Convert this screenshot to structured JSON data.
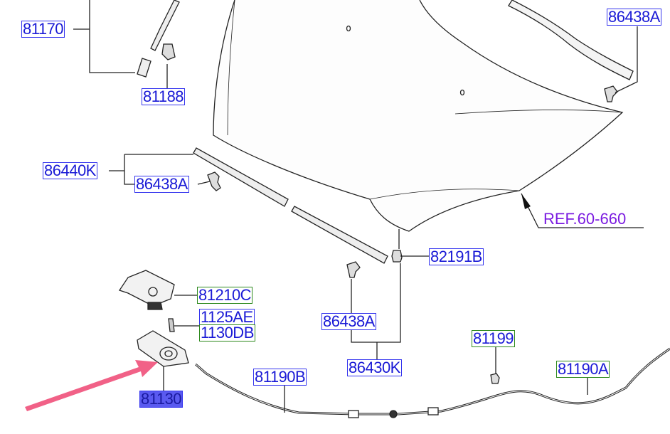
{
  "labels": {
    "p81170": "81170",
    "p81188": "81188",
    "p86438A_top": "86438A",
    "p86440K": "86440K",
    "p86438A_left": "86438A",
    "ref": "REF.60-660",
    "p82191B": "82191B",
    "p81210C": "81210C",
    "p1125AE": "1125AE",
    "p1130DB": "1130DB",
    "p86438A_mid": "86438A",
    "p86430K": "86430K",
    "p81199": "81199",
    "p81190A": "81190A",
    "p81190B": "81190B",
    "p81130": "81130"
  },
  "colors": {
    "label_text": "#1a1ad6",
    "label_border_blue": "#3535ee",
    "label_border_green": "#2e8a1e",
    "highlight_fill": "#5a5af0",
    "ref_text": "#7a1ae0",
    "pointer_arrow": "#f0507a"
  }
}
